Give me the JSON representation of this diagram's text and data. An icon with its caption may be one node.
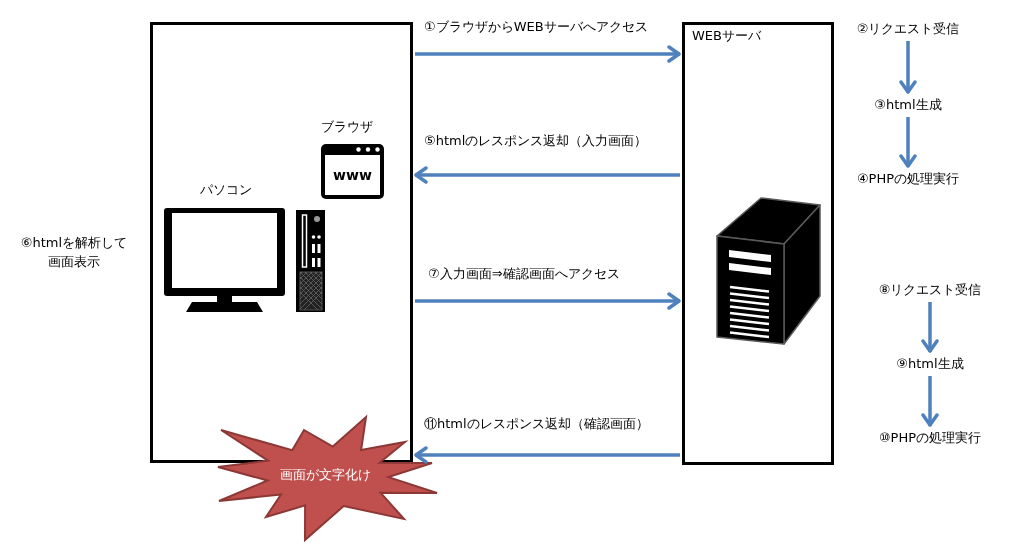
{
  "diagram": {
    "nodes": [
      {
        "text": [
          "ブラウザ",
          "www",
          "パソコン"
        ]
      },
      {
        "text": [
          "WEBサーバ"
        ]
      },
      {
        "text": [
          "②リクエスト受信"
        ]
      },
      {
        "text": [
          "③html生成"
        ]
      },
      {
        "text": [
          "④PHPの処理実行"
        ]
      },
      {
        "text": [
          "⑧リクエスト受信"
        ]
      },
      {
        "text": [
          "⑨html生成"
        ]
      },
      {
        "text": [
          "⑩PHPの処理実行"
        ]
      },
      {
        "text": [
          "画面が文字化け"
        ]
      }
    ],
    "edges": [
      {
        "from": 0,
        "to": 1,
        "arrow": "to",
        "label": "①ブラウザからWEBサーバへアクセス"
      },
      {
        "from": 1,
        "to": 0,
        "arrow": "to",
        "label": "⑤htmlのレスポンス返却（入力画面）"
      },
      {
        "from": 0,
        "to": 1,
        "arrow": "to",
        "label": "⑦入力画面⇒確認画面へアクセス"
      },
      {
        "from": 1,
        "to": 0,
        "arrow": "to",
        "label": "⑪htmlのレスポンス返却（確認画面）"
      },
      {
        "from": 2,
        "to": 3,
        "arrow": "to"
      },
      {
        "from": 3,
        "to": 4,
        "arrow": "to"
      },
      {
        "from": 5,
        "to": 6,
        "arrow": "to"
      },
      {
        "from": 6,
        "to": 7,
        "arrow": "to"
      }
    ],
    "labels": [
      "⑥htmlを解析して画面表示"
    ]
  }
}
